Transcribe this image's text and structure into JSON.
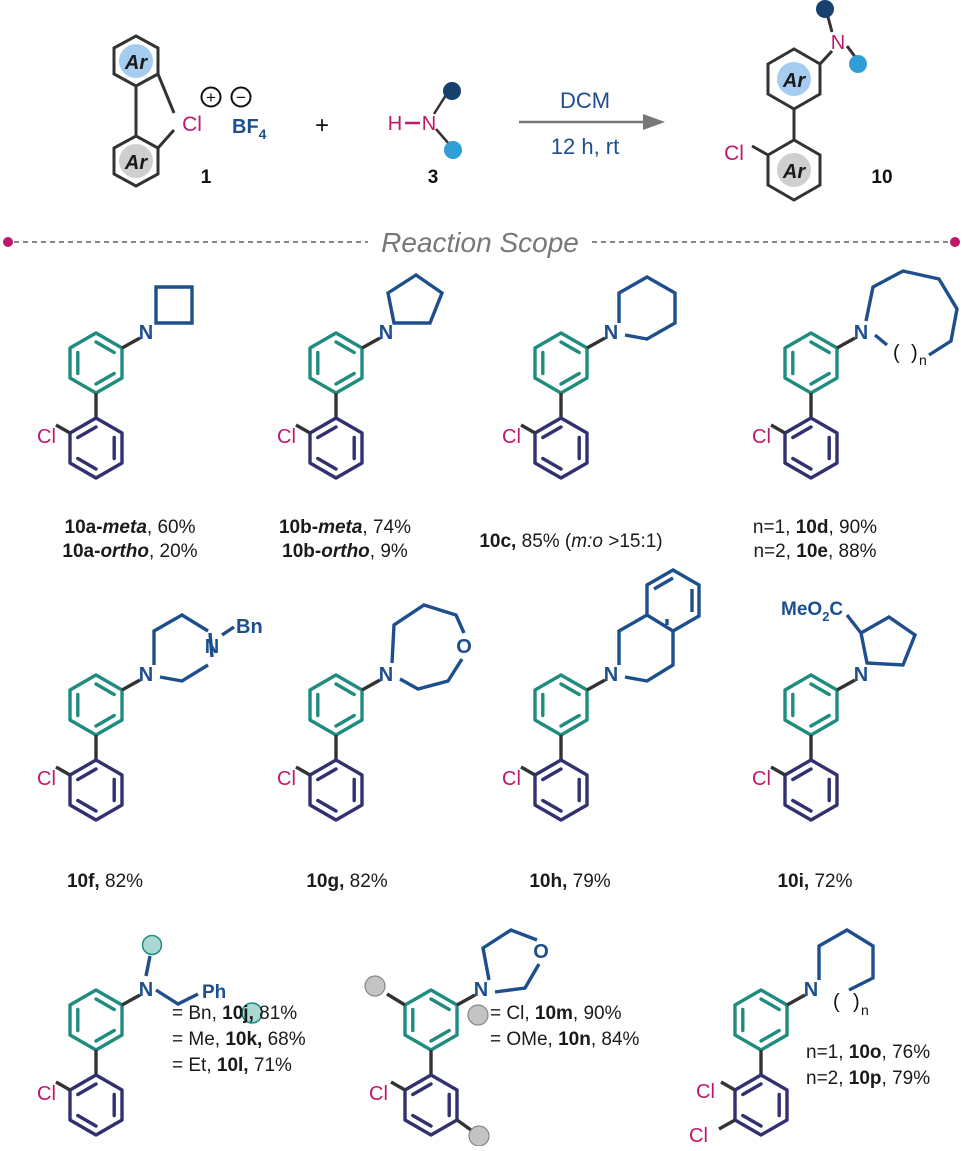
{
  "scheme": {
    "ar": "Ar",
    "cl": "Cl",
    "bf": "BF",
    "bf_sub": "4",
    "plus_charge": "+",
    "minus_charge": "−",
    "plus": "+",
    "h": "H",
    "n": "N",
    "label_1": "1",
    "label_3": "3",
    "label_10": "10",
    "solvent": "DCM",
    "conditions": "12 h, rt"
  },
  "scope_title": "Reaction Scope",
  "atoms": {
    "cl": "Cl",
    "n": "N",
    "o": "O",
    "bn": "Bn",
    "ph": "Ph",
    "n_index": "n",
    "meo2c": "MeO",
    "meo2c_sub": "2",
    "meo2c_tail": "C"
  },
  "captions": {
    "c10a_l1_id": "10a-",
    "c10a_l1_em": "meta",
    "c10a_l1_y": ", 60%",
    "c10a_l2_id": "10a-",
    "c10a_l2_em": "ortho",
    "c10a_l2_y": ", 20%",
    "c10b_l1_id": "10b-",
    "c10b_l1_em": "meta",
    "c10b_l1_y": ", 74%",
    "c10b_l2_id": "10b-",
    "c10b_l2_em": "ortho",
    "c10b_l2_y": ", 9%",
    "c10c_id": "10c,",
    "c10c_y": " 85% (",
    "c10c_ratio": "m:o",
    "c10c_tail": " >15:1)",
    "c10d_pre": "n=1, ",
    "c10d_id": "10d",
    "c10d_y": ", 90%",
    "c10e_pre": "n=2, ",
    "c10e_id": "10e",
    "c10e_y": ", 88%",
    "c10f_id": "10f,",
    "c10f_y": " 82%",
    "c10g_id": "10g,",
    "c10g_y": " 82%",
    "c10h_id": "10h,",
    "c10h_y": " 79%",
    "c10i_id": "10i,",
    "c10i_y": " 72%",
    "c10j_pre": "= Bn, ",
    "c10j_id": "10j,",
    "c10j_y": " 81%",
    "c10k_pre": "= Me, ",
    "c10k_id": "10k,",
    "c10k_y": " 68%",
    "c10l_pre": "= Et, ",
    "c10l_id": "10l,",
    "c10l_y": " 71%",
    "c10m_pre": "= Cl, ",
    "c10m_id": "10m",
    "c10m_y": ", 90%",
    "c10n_pre": "= OMe, ",
    "c10n_id": "10n",
    "c10n_y": ", 84%",
    "c10o_pre": "n=1, ",
    "c10o_id": "10o",
    "c10o_y": ", 76%",
    "c10p_pre": "n=2, ",
    "c10p_id": "10p",
    "c10p_y": ", 79%"
  },
  "colors": {
    "teal": "#1e8c7e",
    "navy": "#32306e",
    "blue": "#1d4f8c",
    "magenta": "#c0176a",
    "dark_dot": "#17406e",
    "light_dot": "#2f9fd6",
    "ar_fill_blue": "#a6cdef",
    "ar_fill_gray": "#cfcfcf",
    "teal_dot": "#a9d9d2",
    "gray_dot": "#c4c4c4"
  }
}
